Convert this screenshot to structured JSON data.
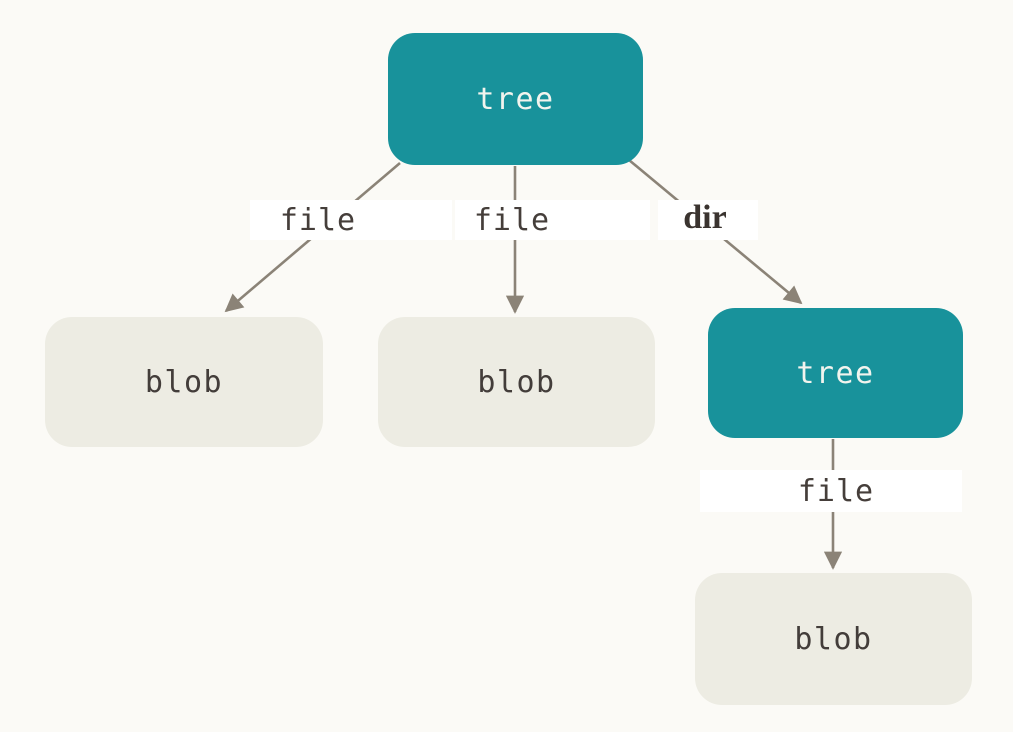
{
  "diagram": {
    "description": "git tree and blob objects diagram",
    "nodes": [
      {
        "id": "tree-root",
        "label": "tree",
        "type": "tree"
      },
      {
        "id": "blob-left",
        "label": "blob",
        "type": "blob"
      },
      {
        "id": "blob-middle",
        "label": "blob",
        "type": "blob"
      },
      {
        "id": "tree-sub",
        "label": "tree",
        "type": "tree"
      },
      {
        "id": "blob-bottom",
        "label": "blob",
        "type": "blob"
      }
    ],
    "edges": [
      {
        "from": "tree-root",
        "to": "blob-left",
        "label": "file"
      },
      {
        "from": "tree-root",
        "to": "blob-middle",
        "label": "file"
      },
      {
        "from": "tree-root",
        "to": "tree-sub",
        "label": "dir"
      },
      {
        "from": "tree-sub",
        "to": "blob-bottom",
        "label": "file"
      }
    ],
    "colors": {
      "background": "#fbfaf6",
      "tree_fill": "#18929b",
      "tree_text": "#f2f4ee",
      "blob_fill": "#edece3",
      "blob_text": "#433d3a",
      "arrow": "#8b8377",
      "edge_label_text": "#453e3a",
      "edge_label_bg": "#ffffff"
    }
  }
}
